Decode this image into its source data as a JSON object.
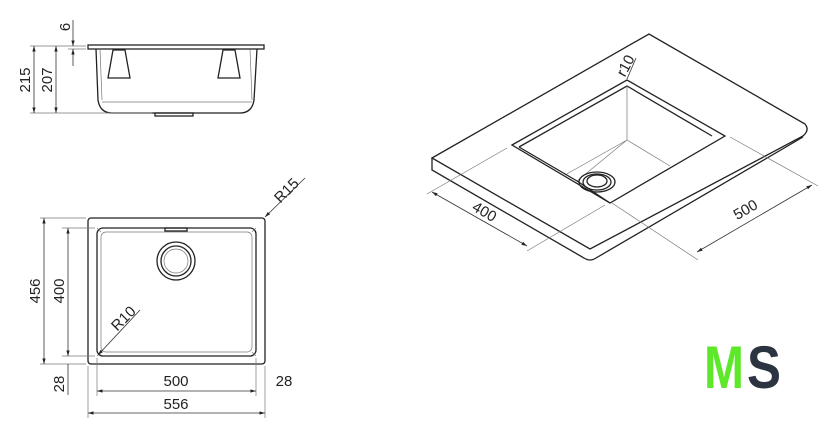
{
  "side_view": {
    "dims": {
      "total_height": "215",
      "bowl_height": "207",
      "rim": "6"
    }
  },
  "plan_view": {
    "dims": {
      "outer_height": "456",
      "inner_height": "400",
      "inner_width": "500",
      "outer_width": "556",
      "margin_left": "28",
      "margin_right": "28",
      "outer_radius": "R15",
      "inner_radius": "R10"
    }
  },
  "iso_view": {
    "dims": {
      "depth": "400",
      "width": "500",
      "corner_radius": "r10"
    }
  },
  "logo": {
    "text_m": "M",
    "text_s": "S",
    "color_m": "#5ee82a",
    "color_s": "#2b3440"
  }
}
